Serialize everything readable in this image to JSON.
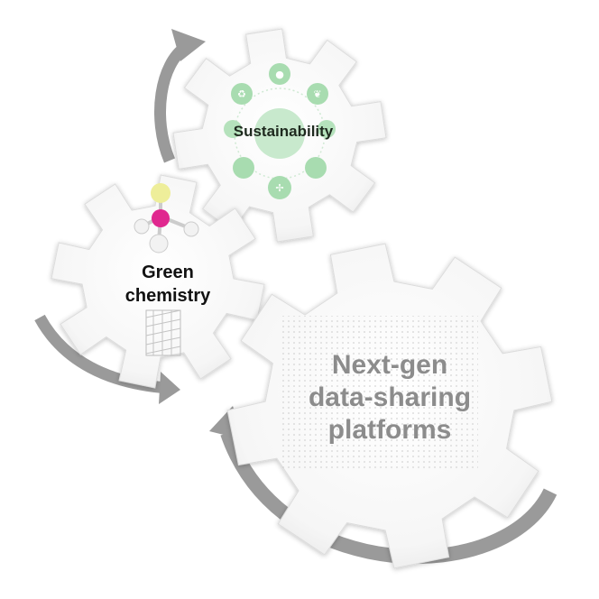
{
  "gears": [
    {
      "id": "sustainability",
      "lines": [
        "Sustainability"
      ],
      "label_color": "#1f2a1f",
      "icon_color": "#9fd8a8"
    },
    {
      "id": "green-chemistry",
      "lines": [
        "Green",
        "chemistry"
      ],
      "label_color": "#111111"
    },
    {
      "id": "data-sharing",
      "lines": [
        "Next-gen",
        "data-sharing",
        "platforms"
      ],
      "label_color": "#8c8c8c"
    }
  ],
  "sustainability_icons": [
    "recycle-icon",
    "water-drop-icon",
    "leaf-icon",
    "globe-icon",
    "eco-cycle-icon",
    "solar-panel-icon",
    "lightbulb-icon",
    "wind-turbine-icon",
    "landscape-icon"
  ],
  "arrow_color": "#9a9a9a",
  "gear_color": "#f4f4f4",
  "gear_edge_color": "#dcdcdc"
}
